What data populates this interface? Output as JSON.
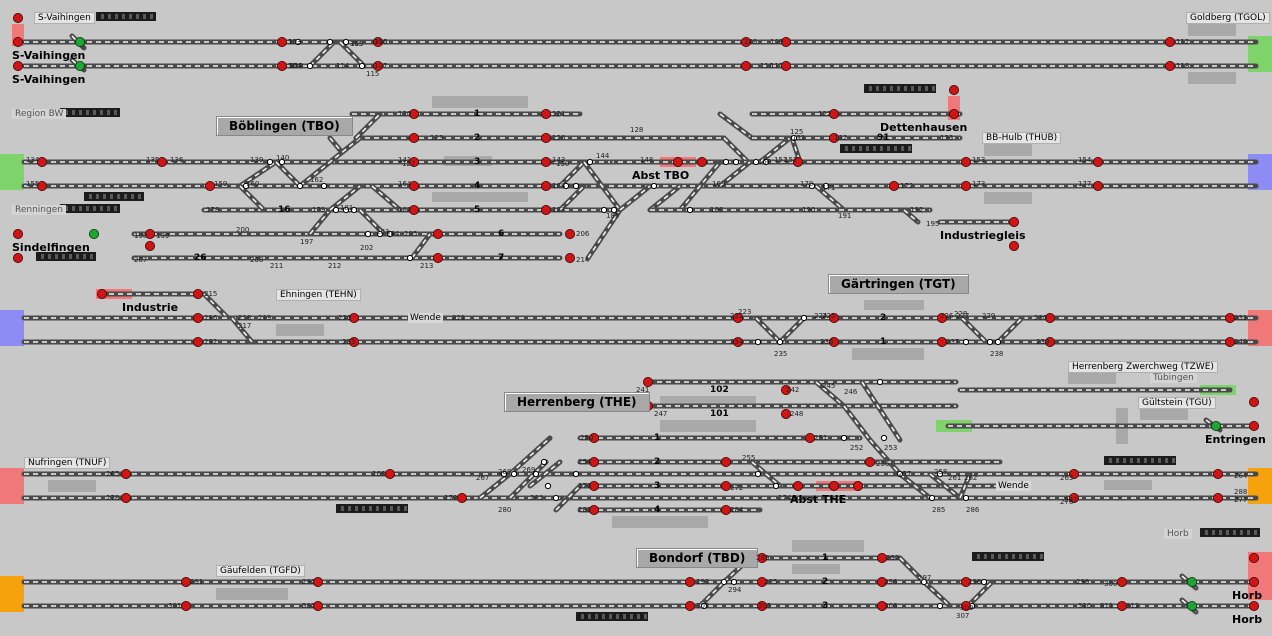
{
  "stations": {
    "boeblingen": "Böblingen (TBO)",
    "gaertringen": "Gärtringen (TGT)",
    "herrenberg": "Herrenberg (THE)",
    "bondorf": "Bondorf (TBD)"
  },
  "places": {
    "svaihingen_1": "S-Vaihingen",
    "svaihingen_2": "S-Vaihingen",
    "sindelfingen": "Sindelfingen",
    "industrie": "Industrie",
    "abst_tbo": "Abst TBO",
    "dettenhausen": "Dettenhausen",
    "industriegleis": "Industriegleis",
    "abst_the": "Abst THE",
    "entringen": "Entringen",
    "horb_1": "Horb",
    "horb_2": "Horb"
  },
  "tags": {
    "svaihingen": "S-Vaihingen",
    "region_bw": "Region BW",
    "renningen": "Renningen",
    "goldberg": "Goldberg (TGOL)",
    "bbhulb": "BB-Hulb (THUB)",
    "ehningen": "Ehningen (TEHN)",
    "herrenberg_zw": "Herrenberg Zwerchweg (TZWE)",
    "tuebingen": "Tübingen",
    "gueltstein": "Gültstein (TGU)",
    "nufringen": "Nufringen (TNUF)",
    "gaeufelden": "Gäufelden (TGFD)",
    "horb": "Horb"
  },
  "wende": [
    "Wende",
    "Wende"
  ],
  "track_numbers": {
    "tbo": [
      "1",
      "2",
      "3",
      "4",
      "5",
      "16",
      "6",
      "7",
      "26",
      "91"
    ],
    "tgt": [
      "2",
      "1"
    ],
    "the": [
      "102",
      "101",
      "1",
      "2",
      "3",
      "4"
    ],
    "tbd": [
      "1",
      "2",
      "3"
    ]
  },
  "signal_numbers": [
    "103",
    "104",
    "105",
    "106",
    "107",
    "108",
    "109",
    "112",
    "113",
    "114",
    "115",
    "116",
    "117",
    "118",
    "120",
    "121",
    "122",
    "123",
    "125",
    "126",
    "127",
    "128",
    "130",
    "131",
    "132",
    "133",
    "134",
    "135",
    "136",
    "139",
    "140",
    "141",
    "143",
    "144",
    "148",
    "150",
    "151",
    "152",
    "153",
    "154",
    "155",
    "159",
    "160",
    "162",
    "164",
    "168",
    "169",
    "170",
    "171",
    "172",
    "173",
    "177",
    "178",
    "179",
    "181",
    "182",
    "183",
    "185",
    "186",
    "190",
    "191",
    "192",
    "195",
    "197",
    "198",
    "199",
    "200",
    "202",
    "203",
    "204",
    "205",
    "206",
    "207",
    "208",
    "211",
    "212",
    "213",
    "214",
    "215",
    "216",
    "217",
    "218",
    "219",
    "220",
    "221",
    "222",
    "223",
    "224",
    "225",
    "226",
    "227",
    "228",
    "229",
    "230",
    "231",
    "232",
    "233",
    "234",
    "235",
    "236",
    "237",
    "238",
    "239",
    "240",
    "241",
    "242",
    "245",
    "246",
    "247",
    "248",
    "250",
    "251",
    "252",
    "253",
    "254",
    "255",
    "256",
    "257",
    "258",
    "261",
    "262",
    "263",
    "264",
    "265",
    "266",
    "267",
    "268",
    "269",
    "270",
    "272",
    "274",
    "276",
    "277",
    "278",
    "279",
    "280",
    "281",
    "282",
    "284",
    "285",
    "286",
    "287",
    "288",
    "289",
    "290",
    "291",
    "292",
    "293",
    "294",
    "295",
    "296",
    "297",
    "298",
    "299",
    "300",
    "301",
    "302",
    "303",
    "305",
    "306",
    "307",
    "309",
    "310",
    "311",
    "312",
    "313",
    "314",
    "315",
    "316"
  ],
  "colors": {
    "background": "#c8c8c8",
    "rail": "#4a4a4a",
    "sleeper": "#f2f2f2",
    "signal_red": "#d11515",
    "signal_green": "#1ea535",
    "block_dark": "#1c1c1c",
    "station_box": "#a8a8a8",
    "edge_green": "#7ed46a",
    "edge_blue": "#8c8cf4",
    "edge_red": "#f07878",
    "edge_orange": "#f5a20c"
  }
}
